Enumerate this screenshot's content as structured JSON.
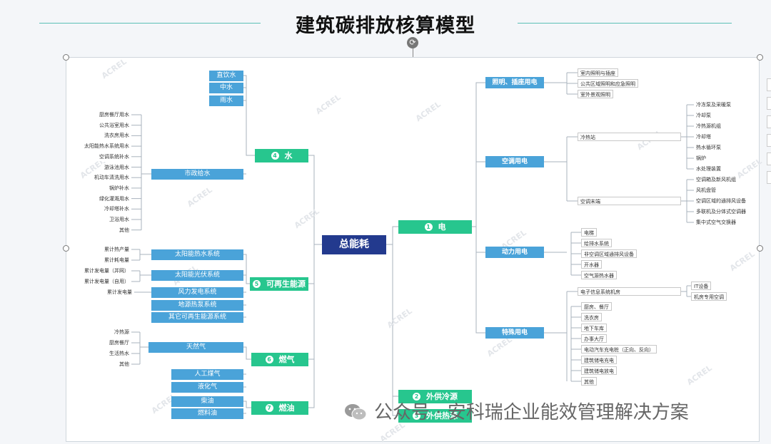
{
  "title": "建筑碳排放核算模型",
  "root": "总能耗",
  "water": {
    "label": "水",
    "num": "4",
    "top": [
      "直饮水",
      "中水",
      "雨水"
    ],
    "municipal": "市政给水",
    "municipal_items": [
      "厨房餐厅用水",
      "公共浴室用水",
      "洗衣房用水",
      "太阳能热水系统用水",
      "空调系统补水",
      "游泳池用水",
      "机动车清洗用水",
      "锅炉补水",
      "绿化灌溉用水",
      "冷却塔补水",
      "卫浴用水",
      "其他"
    ]
  },
  "renewable": {
    "label": "可再生能源",
    "num": "5",
    "solar_hot": "太阳能热水系统",
    "solar_hot_items": [
      "累计热产量",
      "累计耗电量"
    ],
    "pv": "太阳能光伏系统",
    "pv_items": [
      "累计发电量（并网）",
      "累计发电量（自用）"
    ],
    "wind": "风力发电系统",
    "wind_items": [
      "累计发电量"
    ],
    "geo": "地源热泵系统",
    "other": "其它可再生能源系统"
  },
  "gas": {
    "label": "燃气",
    "num": "6",
    "natural": "天然气",
    "natural_items": [
      "冷热源",
      "厨房餐厅",
      "生活热水",
      "其他"
    ],
    "artificial": "人工煤气",
    "lpg": "液化气"
  },
  "oil": {
    "label": "燃油",
    "num": "7",
    "items": [
      "柴油",
      "燃料油"
    ]
  },
  "elec": {
    "label": "电",
    "num": "1",
    "lighting": "照明、插座用电",
    "lighting_items": [
      "室内照明与插座",
      "公共区域照明和应急照明",
      "室外景观照明"
    ],
    "hvac": "空调用电",
    "cold_station": "冷热站",
    "cold_items": [
      "冷冻泵及采暖泵",
      "冷却泵",
      "冷热源机组",
      "冷却塔",
      "热水循环泵",
      "锅炉",
      "水处理装置"
    ],
    "terminal": "空调末端",
    "terminal_items": [
      "空调箱及新风机组",
      "风机盘管",
      "空调区域的通排风设备",
      "多联机及分体式空调器",
      "集中式空气交换器"
    ],
    "power": "动力用电",
    "power_items": [
      "电梯",
      "给排水系统",
      "非空调区域通排风设备",
      "开水器",
      "空气源热水器"
    ],
    "special": "特殊用电",
    "it_room": "电子信息系统机房",
    "it_items": [
      "IT设备",
      "机房专用空调"
    ],
    "special_items": [
      "厨房、餐厅",
      "洗衣房",
      "地下车库",
      "办事大厅",
      "电动汽车充电桩（正向、反向）",
      "建筑储电充电",
      "建筑储电放电",
      "其他"
    ]
  },
  "ext_cool": {
    "label": "外供冷源",
    "num": "2"
  },
  "ext_heat": {
    "label": "外供热源",
    "num": "3"
  },
  "watermark": "ACREL",
  "footer": "公众号 · 安科瑞企业能效管理解决方案",
  "colors": {
    "root": "#233a8e",
    "green": "#27c68e",
    "blue": "#4aa3d9"
  }
}
